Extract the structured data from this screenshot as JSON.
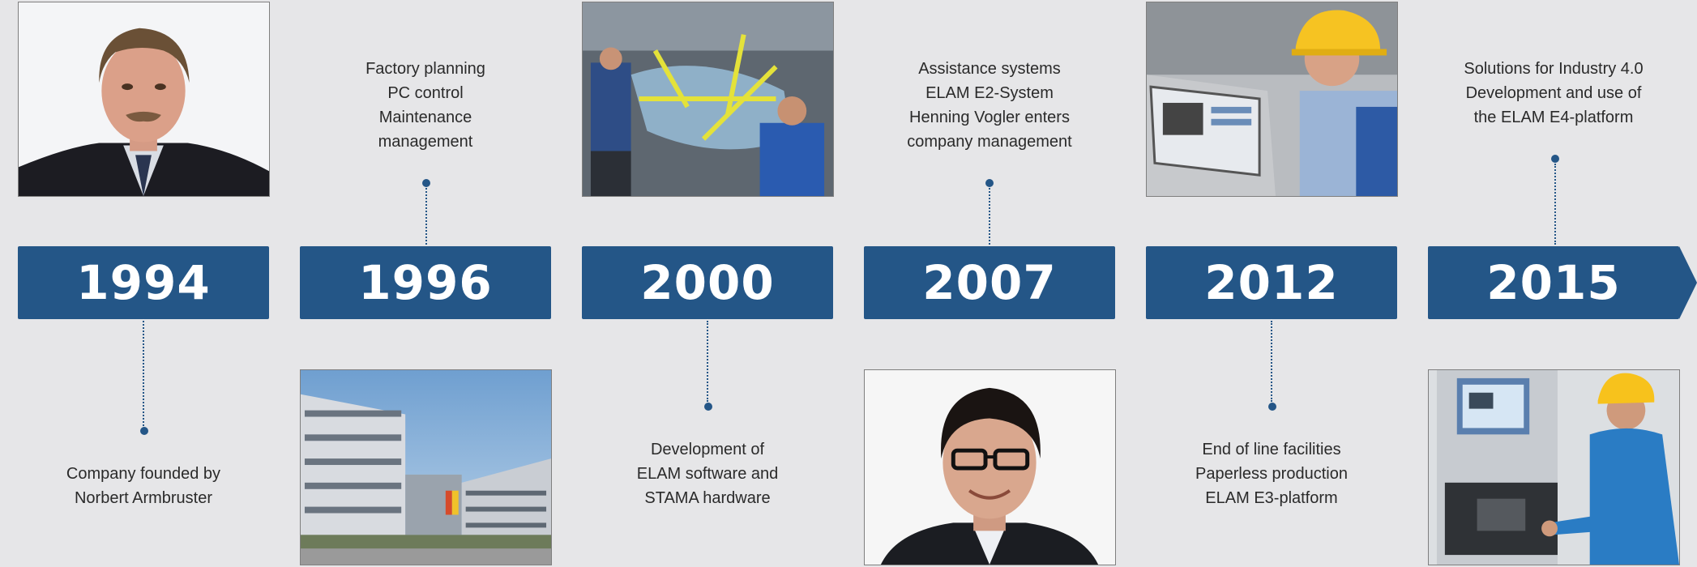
{
  "timeline": [
    {
      "year": "1994",
      "description": "Company founded by\nNorbert Armbruster",
      "photo": "portrait-man-suit-photo"
    },
    {
      "year": "1996",
      "description": "Factory planning\nPC control\nMaintenance\nmanagement",
      "photo": "office-building-photo"
    },
    {
      "year": "2000",
      "description": "Development of\nELAM software and\nSTAMA hardware",
      "photo": "assembly-line-workers-photo"
    },
    {
      "year": "2007",
      "description": "Assistance systems\nELAM E2-System\nHenning Vogler enters\ncompany management",
      "photo": "portrait-man-glasses-photo"
    },
    {
      "year": "2012",
      "description": "End of line facilities\nPaperless production\nELAM E3-platform",
      "photo": "engineer-hardhat-laptop-photo"
    },
    {
      "year": "2015",
      "description": "Solutions for Industry 4.0\nDevelopment and use of\nthe ELAM E4-platform",
      "photo": "worker-touchscreen-machine-photo"
    }
  ],
  "colors": {
    "accent": "#245687",
    "background": "#e6e6e8",
    "text": "#2a2a2a"
  }
}
